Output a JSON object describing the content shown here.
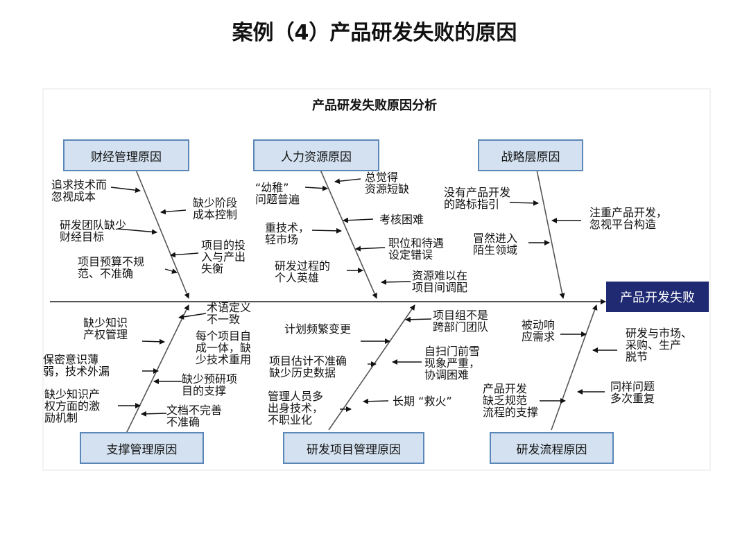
{
  "slide_title": "案例（4）产品研发失败的原因",
  "diagram": {
    "title": "产品研发失败原因分析",
    "effect": "产品开发失败",
    "categories": {
      "finance": "财经管理原因",
      "hr": "人力资源原因",
      "strategy": "战略层原因",
      "support": "支撑管理原因",
      "project": "研发项目管理原因",
      "process": "研发流程原因"
    },
    "causes": {
      "f1": "追求技术而\n忽视成本",
      "f2": "缺少阶段\n成本控制",
      "f3": "研发团队缺少\n财经目标",
      "f4": "项目的投\n入与产出\n失衡",
      "f5": "项目预算不规\n范、不准确",
      "h1": "总觉得\n资源短缺",
      "h2": "“幼稚”\n问题普遍",
      "h3": "考核困难",
      "h4": "重技术，\n轻市场",
      "h5": "职位和待遇\n设定错误",
      "h6": "研发过程的\n个人英雄",
      "h7": "资源难以在\n项目间调配",
      "s1": "没有产品开发\n的路标指引",
      "s2": "注重产品开发，\n忽视平台构造",
      "s3": "冒然进入\n陌生领域",
      "u1": "术语定义\n不一致",
      "u2": "缺少知识\n产权管理",
      "u3": "每个项目自\n成一体，缺\n少技术重用",
      "u4": "保密意识薄\n弱，技术外漏",
      "u5": "缺少预研项\n目的支撑",
      "u6": "缺少知识产\n权方面的激\n励机制",
      "u7": "文档不完善\n不准确",
      "p1": "项目组不是\n跨部门团队",
      "p2": "计划频繁变更",
      "p3": "项目估计不准确\n缺少历史数据",
      "p4": "自扫门前雪\n现象严重，\n协调困难",
      "p5": "管理人员多\n出身技术，\n不职业化",
      "p6": "长期 “救火”",
      "r1": "被动响\n应需求",
      "r2": "研发与市场、\n采购、生产\n脱节",
      "r3": "产品开发\n缺乏规范\n流程的支撑",
      "r4": "同样问题\n多次重复"
    }
  }
}
